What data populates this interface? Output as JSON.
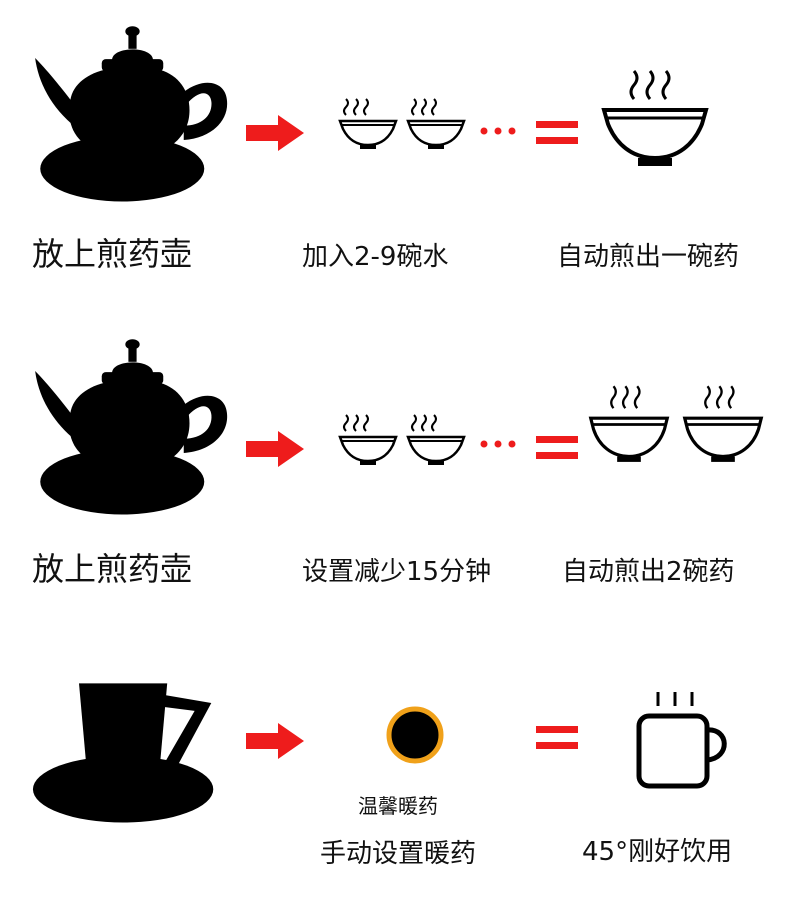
{
  "rows": [
    {
      "step1": "放上煎药壶",
      "step2": "加入2-9碗水",
      "step3": "自动煎出一碗药"
    },
    {
      "step1": "放上煎药壶",
      "step2": "设置减少15分钟",
      "step3": "自动煎出2碗药"
    },
    {
      "button_caption": "温馨暖药",
      "step2": "手动设置暖药",
      "step3": "45°刚好饮用"
    }
  ],
  "colors": {
    "arrow": "#ee1c1c",
    "equals": "#ee1c1c",
    "button_ring": "#f0a11a",
    "silhouette": "#000000"
  },
  "icons": [
    "teapot-on-base",
    "small-bowl-steam",
    "large-bowl-steam",
    "cup-on-saucer",
    "warm-button",
    "mug-steam"
  ]
}
